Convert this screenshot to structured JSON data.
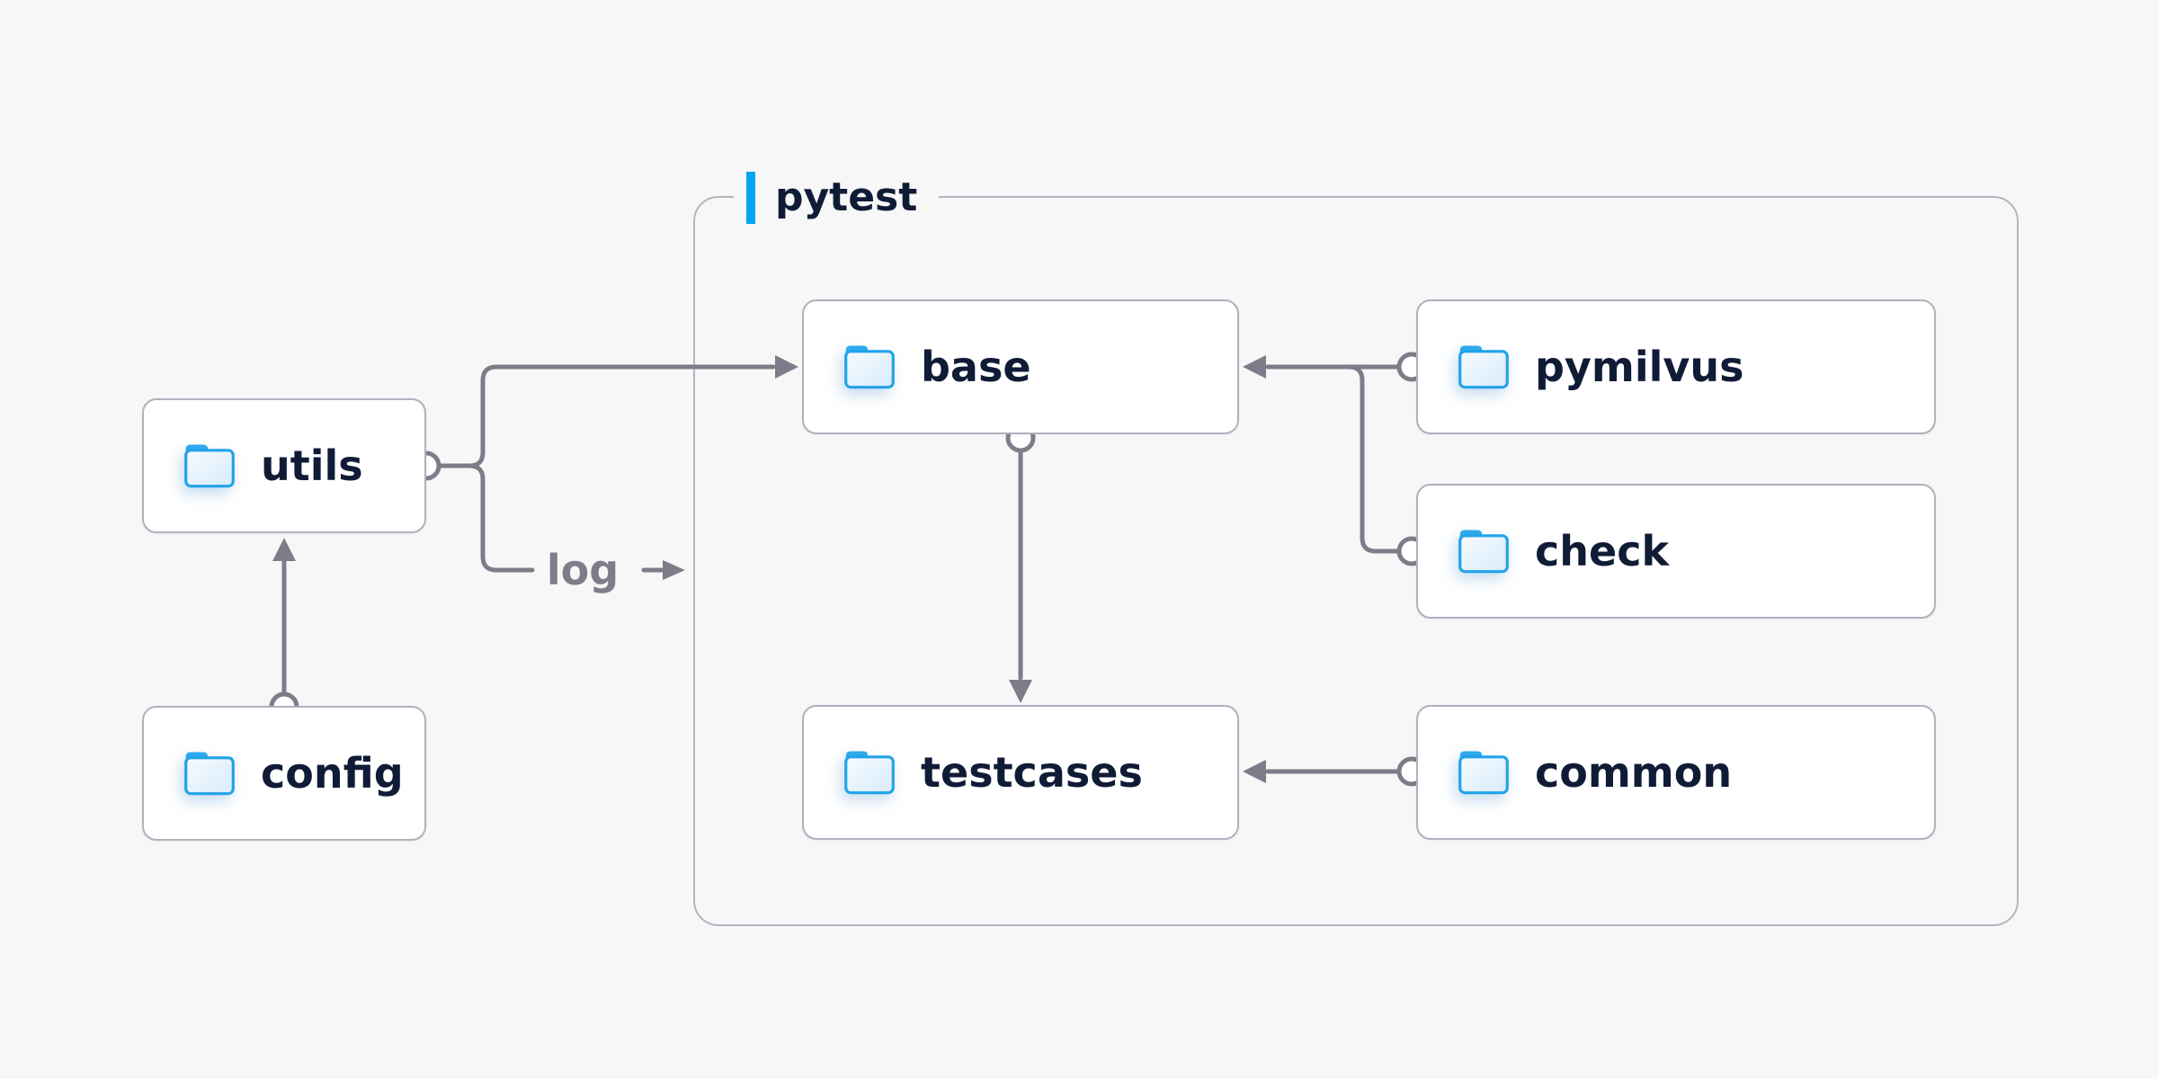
{
  "diagram": {
    "title_group": {
      "label": "pytest",
      "accent_color": "#00a7f0"
    },
    "edge_label": "log",
    "nodes": [
      {
        "id": "utils",
        "label": "utils",
        "icon": "folder-icon"
      },
      {
        "id": "config",
        "label": "config",
        "icon": "folder-icon"
      },
      {
        "id": "base",
        "label": "base",
        "icon": "folder-icon"
      },
      {
        "id": "pymilvus",
        "label": "pymilvus",
        "icon": "folder-icon"
      },
      {
        "id": "check",
        "label": "check",
        "icon": "folder-icon"
      },
      {
        "id": "testcases",
        "label": "testcases",
        "icon": "folder-icon"
      },
      {
        "id": "common",
        "label": "common",
        "icon": "folder-icon"
      }
    ],
    "edges": [
      {
        "from": "config",
        "to": "utils"
      },
      {
        "from": "utils",
        "to": "base"
      },
      {
        "from": "utils",
        "to": "pytest-group",
        "label": "log"
      },
      {
        "from": "pymilvus",
        "to": "base"
      },
      {
        "from": "check",
        "to": "base"
      },
      {
        "from": "base",
        "to": "testcases"
      },
      {
        "from": "common",
        "to": "testcases"
      }
    ],
    "colors": {
      "background": "#f7f7f8",
      "node_fill": "#ffffff",
      "node_border": "#b0b1bd",
      "group_border": "#b3b4c0",
      "connector": "#7c7d89",
      "text": "#101c36",
      "edge_label_text": "#7c7d89",
      "folder_outline": "#22a3e9",
      "folder_tab": "#2ea9ec",
      "folder_body": "#e3f1fc"
    }
  }
}
